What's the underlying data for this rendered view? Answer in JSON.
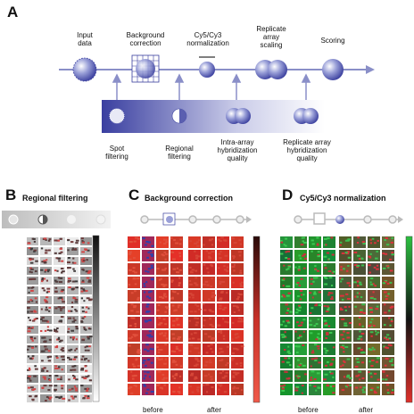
{
  "panel_a": {
    "letter": "A",
    "pipeline_steps": [
      {
        "line1": "Input",
        "line2": "data",
        "line3": ""
      },
      {
        "line1": "Background",
        "line2": "correction",
        "line3": ""
      },
      {
        "line1": "Cy5/Cy3",
        "line2": "normalization",
        "line3": ""
      },
      {
        "line1": "Replicate",
        "line2": "array",
        "line3": "scaling"
      },
      {
        "line1": "Scoring",
        "line2": "",
        "line3": ""
      }
    ],
    "filters": [
      {
        "line1": "Spot",
        "line2": "filtering",
        "line3": ""
      },
      {
        "line1": "Regional",
        "line2": "filtering",
        "line3": ""
      },
      {
        "line1": "Intra-array",
        "line2": "hybridization",
        "line3": "quality"
      },
      {
        "line1": "Replicate array",
        "line2": "hybridization",
        "line3": "quality"
      }
    ]
  },
  "panel_b": {
    "letter": "B",
    "title": "Regional filtering"
  },
  "panel_c": {
    "letter": "C",
    "title": "Background correction",
    "captions": [
      "before",
      "after"
    ]
  },
  "panel_d": {
    "letter": "D",
    "title": "Cy5/Cy3 normalization",
    "captions": [
      "before",
      "after"
    ]
  },
  "colors": {
    "arrow": "#8a8fc8",
    "band_dark": "#3a3fa0",
    "red_array": "#c8342c",
    "green_array": "#1f8a3a",
    "blue_spot": "#3240a8"
  }
}
